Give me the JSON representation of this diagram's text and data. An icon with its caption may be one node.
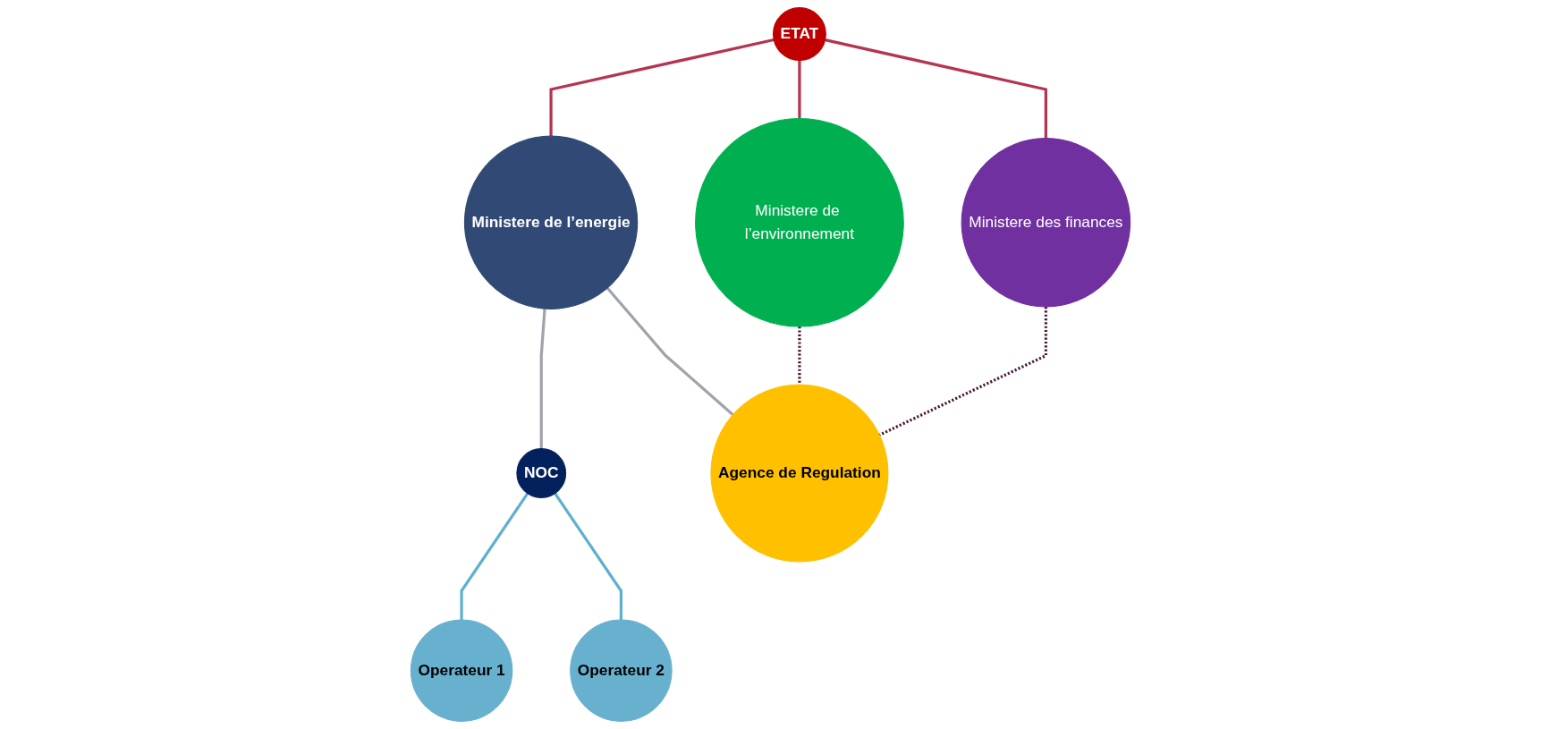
{
  "diagram": {
    "nodes": [
      {
        "text": [
          "ETAT"
        ]
      },
      {
        "text": [
          "Ministere de l’energie"
        ]
      },
      {
        "text": [
          "Ministere de l’environnement"
        ]
      },
      {
        "text": [
          "Ministere des finances"
        ]
      },
      {
        "text": [
          "NOC"
        ]
      },
      {
        "text": [
          "Agence de Regulation"
        ]
      },
      {
        "text": [
          "Operateur 1"
        ]
      },
      {
        "text": [
          "Operateur 2"
        ]
      }
    ],
    "edges": [
      {
        "from": 0,
        "to": 1,
        "arrow": "none",
        "color": "#b5344f"
      },
      {
        "from": 0,
        "to": 2,
        "arrow": "none",
        "color": "#b5344f"
      },
      {
        "from": 0,
        "to": 3,
        "arrow": "none",
        "color": "#b5344f"
      },
      {
        "from": 1,
        "to": 4,
        "arrow": "none",
        "color": "#a0a4ab"
      },
      {
        "from": 1,
        "to": 5,
        "arrow": "none",
        "color": "#a0a4ab"
      },
      {
        "from": 2,
        "to": 5,
        "arrow": "none",
        "style": "dashed",
        "color": "#4a1a3a"
      },
      {
        "from": 3,
        "to": 5,
        "arrow": "none",
        "style": "dashed",
        "color": "#4a1a3a"
      },
      {
        "from": 4,
        "to": 6,
        "arrow": "none",
        "color": "#5fb0cf"
      },
      {
        "from": 4,
        "to": 7,
        "arrow": "none",
        "color": "#5fb0cf"
      }
    ]
  }
}
